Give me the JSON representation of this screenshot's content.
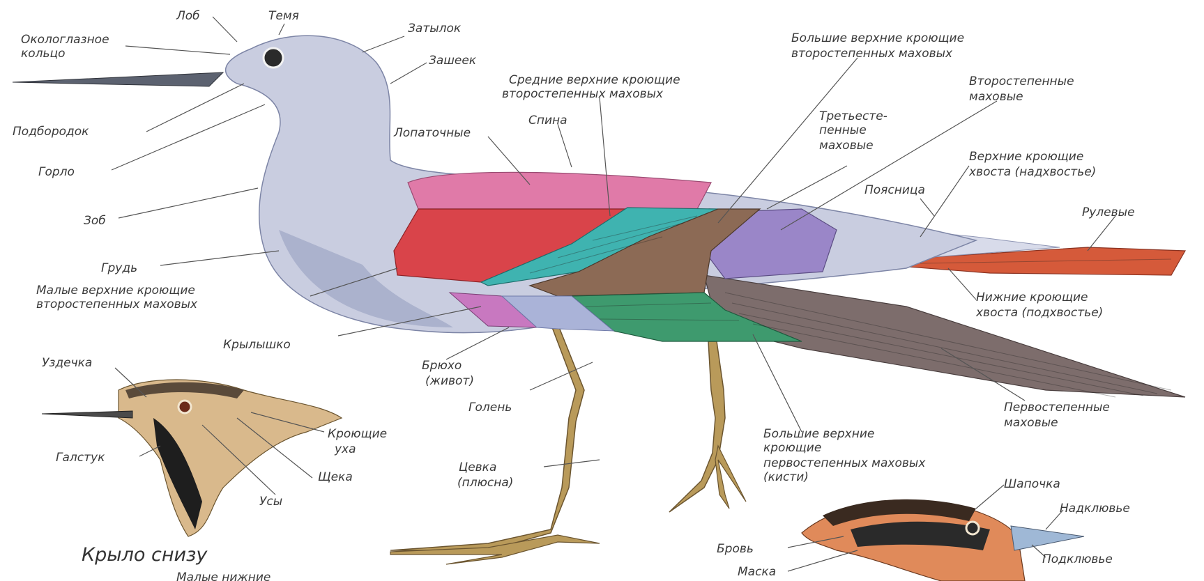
{
  "labels": {
    "lob": "Лоб",
    "temya": "Темя",
    "okologlaznoe_1": "Окологлазное",
    "okologlaznoe_2": "кольцо",
    "zatylok": "Затылок",
    "zasheek": "Зашеек",
    "podborodok": "Подбородок",
    "gorlo": "Горло",
    "zob": "Зоб",
    "grud": "Грудь",
    "malye_1": "Малые верхние кроющие",
    "malye_2": "второстепенных маховых",
    "krylyshko": "Крылышко",
    "sredniye_1": "Средние верхние кроющие",
    "sredniye_2": "второстепенных маховых",
    "spina": "Спина",
    "lopatochnye": "Лопаточные",
    "bolshie_vtor_1": "Большие верхние кроющие",
    "bolshie_vtor_2": "второстепенных маховых",
    "vtorostepennye_1": "Второстепенные",
    "vtorostepennye_2": "маховые",
    "tretie_1": "Третьесте-",
    "tretie_2": "пенные",
    "tretie_3": "маховые",
    "verkhnie_khvost_1": "Верхние кроющие",
    "verkhnie_khvost_2": "хвоста (надхвостье)",
    "poyasnitsa": "Поясница",
    "rulevye": "Рулевые",
    "nizhnie_khvost_1": "Нижние кроющие",
    "nizhnie_khvost_2": "хвоста (подхвостье)",
    "bryukho_1": "Брюхо",
    "bryukho_2": "(живот)",
    "golen": "Голень",
    "pervostepennye_1": "Первостепенные",
    "pervostepennye_2": "маховые",
    "bolshie_perv_1": "Большие верхние",
    "bolshie_perv_2": "кроющие",
    "bolshie_perv_3": "первостепенных маховых",
    "bolshie_perv_4": "(кисти)",
    "tsevka_1": "Цевка",
    "tsevka_2": "(плюсна)",
    "uzdechka": "Уздечка",
    "kroyushchie_ukha_1": "Кроющие",
    "kroyushchie_ukha_2": "уха",
    "galstuk": "Галстук",
    "shcheka": "Щека",
    "usy": "Усы",
    "krylo_snizu": "Крыло снизу",
    "malye_nizhnie": "Малые нижние",
    "shapochka": "Шапочка",
    "nadklyuvye": "Надклювье",
    "brov": "Бровь",
    "podklyuvye": "Подклювье",
    "maska": "Маска"
  },
  "colors": {
    "body": "#c9cde0",
    "body_shadow": "#9ea6c4",
    "scapulars": "#e07aa8",
    "lesser_coverts": "#d9444a",
    "median_coverts": "#3fb3b0",
    "greater_coverts": "#8c6a55",
    "tertials": "#9a86c8",
    "primary_coverts": "#3e9a6e",
    "primaries": "#7d6d6c",
    "tail": "#d55a3a",
    "alula": "#c878c0",
    "legs": "#b99a5a"
  }
}
